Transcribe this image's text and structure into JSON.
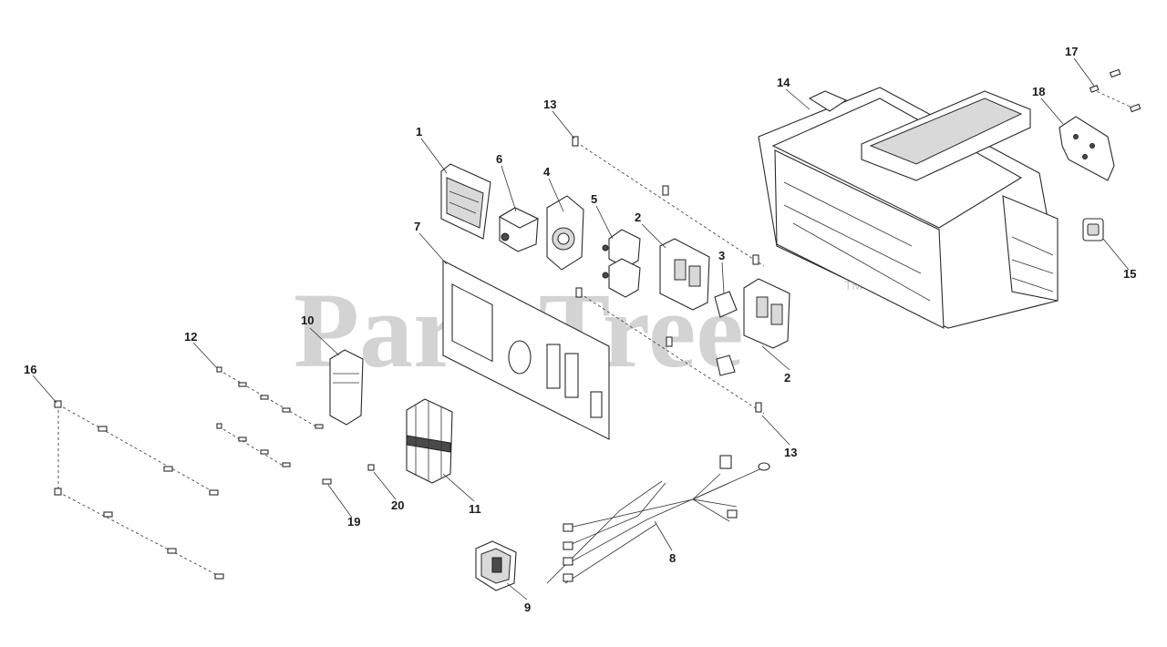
{
  "watermark": {
    "text": "PartsTree",
    "trademark": "TM"
  },
  "callouts": {
    "c1": "1",
    "c2a": "2",
    "c2b": "2",
    "c3": "3",
    "c4": "4",
    "c5": "5",
    "c6": "6",
    "c7": "7",
    "c8": "8",
    "c9": "9",
    "c10": "10",
    "c11": "11",
    "c12": "12",
    "c13a": "13",
    "c13b": "13",
    "c14": "14",
    "c15": "15",
    "c16": "16",
    "c17": "17",
    "c18": "18",
    "c19": "19",
    "c20": "20"
  }
}
